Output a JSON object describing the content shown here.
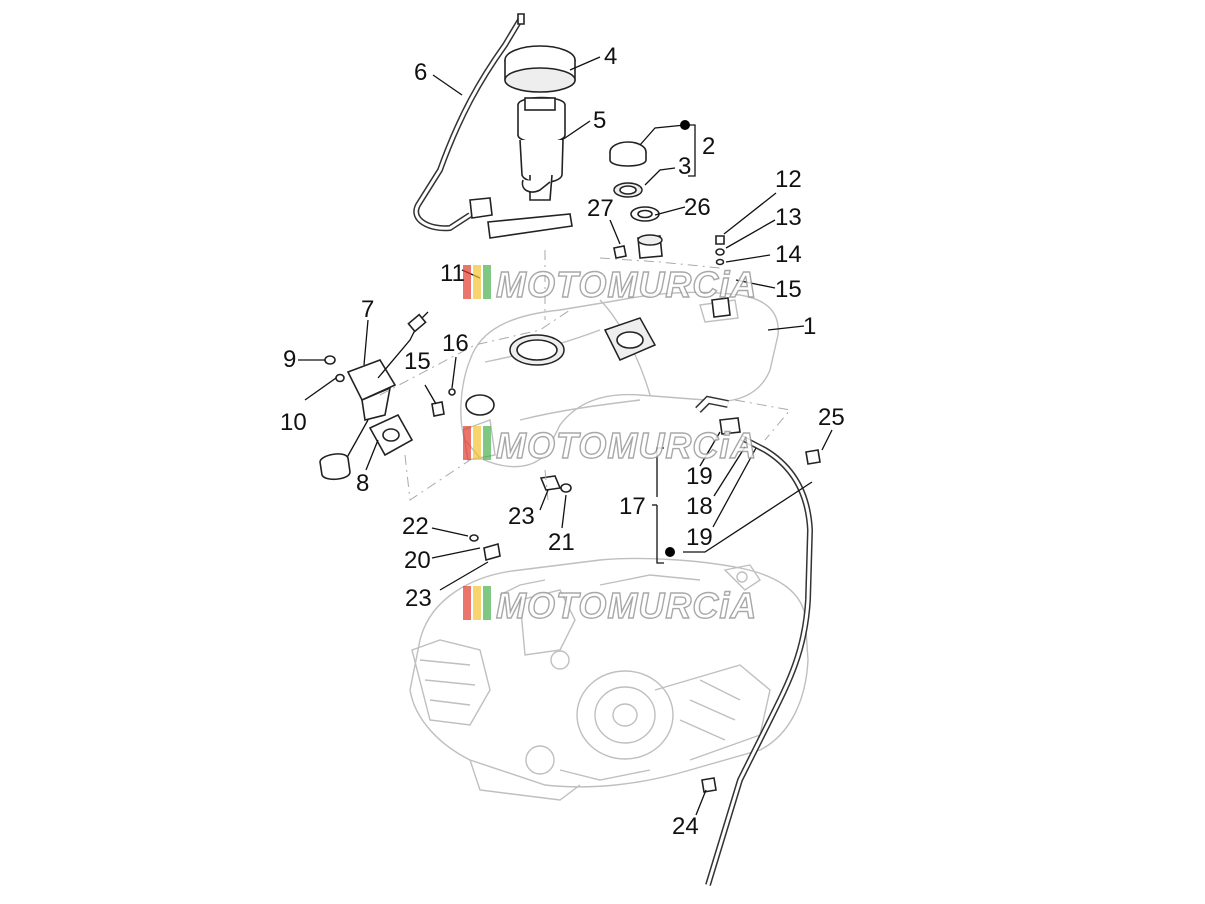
{
  "watermark": {
    "text": "MOTOMURCiA",
    "colors": [
      "#e03a2f",
      "#f2c230",
      "#4caf50"
    ]
  },
  "callouts": [
    {
      "id": "1",
      "text": "1"
    },
    {
      "id": "2",
      "text": "2"
    },
    {
      "id": "3",
      "text": "3"
    },
    {
      "id": "4",
      "text": "4"
    },
    {
      "id": "5",
      "text": "5"
    },
    {
      "id": "6",
      "text": "6"
    },
    {
      "id": "7",
      "text": "7"
    },
    {
      "id": "8",
      "text": "8"
    },
    {
      "id": "9",
      "text": "9"
    },
    {
      "id": "10",
      "text": "10"
    },
    {
      "id": "11",
      "text": "11"
    },
    {
      "id": "12",
      "text": "12"
    },
    {
      "id": "13",
      "text": "13"
    },
    {
      "id": "14",
      "text": "14"
    },
    {
      "id": "15a",
      "text": "15"
    },
    {
      "id": "15b",
      "text": "15"
    },
    {
      "id": "16",
      "text": "16"
    },
    {
      "id": "17",
      "text": "17"
    },
    {
      "id": "18",
      "text": "18"
    },
    {
      "id": "19a",
      "text": "19"
    },
    {
      "id": "19b",
      "text": "19"
    },
    {
      "id": "20",
      "text": "20"
    },
    {
      "id": "21",
      "text": "21"
    },
    {
      "id": "22",
      "text": "22"
    },
    {
      "id": "23a",
      "text": "23"
    },
    {
      "id": "23b",
      "text": "23"
    },
    {
      "id": "24",
      "text": "24"
    },
    {
      "id": "25",
      "text": "25"
    },
    {
      "id": "26",
      "text": "26"
    },
    {
      "id": "27",
      "text": "27"
    }
  ]
}
